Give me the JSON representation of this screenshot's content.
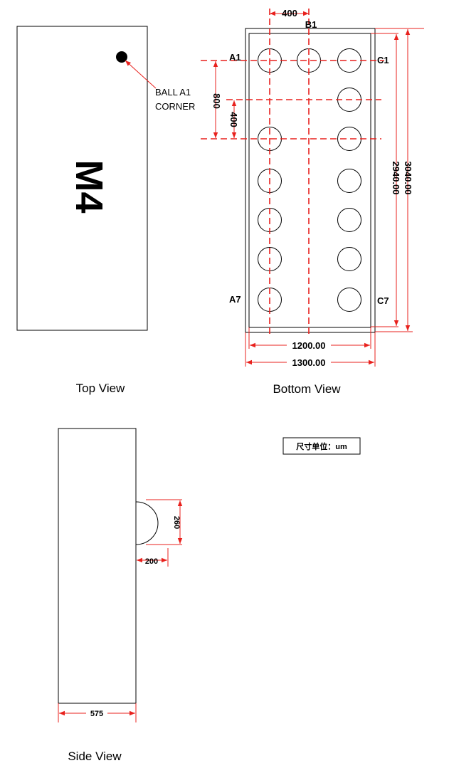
{
  "views": {
    "top": {
      "caption": "Top View",
      "marking": "M4",
      "corner_label_line1": "BALL A1",
      "corner_label_line2": "CORNER"
    },
    "bottom": {
      "caption": "Bottom View",
      "col_labels": {
        "b1": "B1"
      },
      "row_labels": {
        "a1": "A1",
        "c1": "C1",
        "a7": "A7",
        "c7": "C7"
      },
      "dimensions": {
        "pitch_horizontal": "400",
        "pitch_vertical_2row": "800",
        "pitch_vertical": "400",
        "outer_height": "3040.00",
        "inner_height": "2940.00",
        "inner_width": "1200.00",
        "outer_width": "1300.00"
      },
      "balls": [
        {
          "col": 0,
          "row": 0
        },
        {
          "col": 1,
          "row": 0
        },
        {
          "col": 2,
          "row": 0
        },
        {
          "col": 2,
          "row": 1
        },
        {
          "col": 0,
          "row": 2
        },
        {
          "col": 2,
          "row": 2
        },
        {
          "col": 0,
          "row": 3
        },
        {
          "col": 2,
          "row": 3
        },
        {
          "col": 0,
          "row": 4
        },
        {
          "col": 2,
          "row": 4
        },
        {
          "col": 0,
          "row": 5
        },
        {
          "col": 2,
          "row": 5
        },
        {
          "col": 0,
          "row": 6
        },
        {
          "col": 2,
          "row": 6
        }
      ]
    },
    "side": {
      "caption": "Side View",
      "dim_ball_height": "260",
      "dim_ball_width": "200",
      "dim_body_width": "575"
    }
  },
  "unit_note": "尺寸单位：um",
  "colors": {
    "dimension": "#e8211d",
    "outline": "#000000"
  }
}
